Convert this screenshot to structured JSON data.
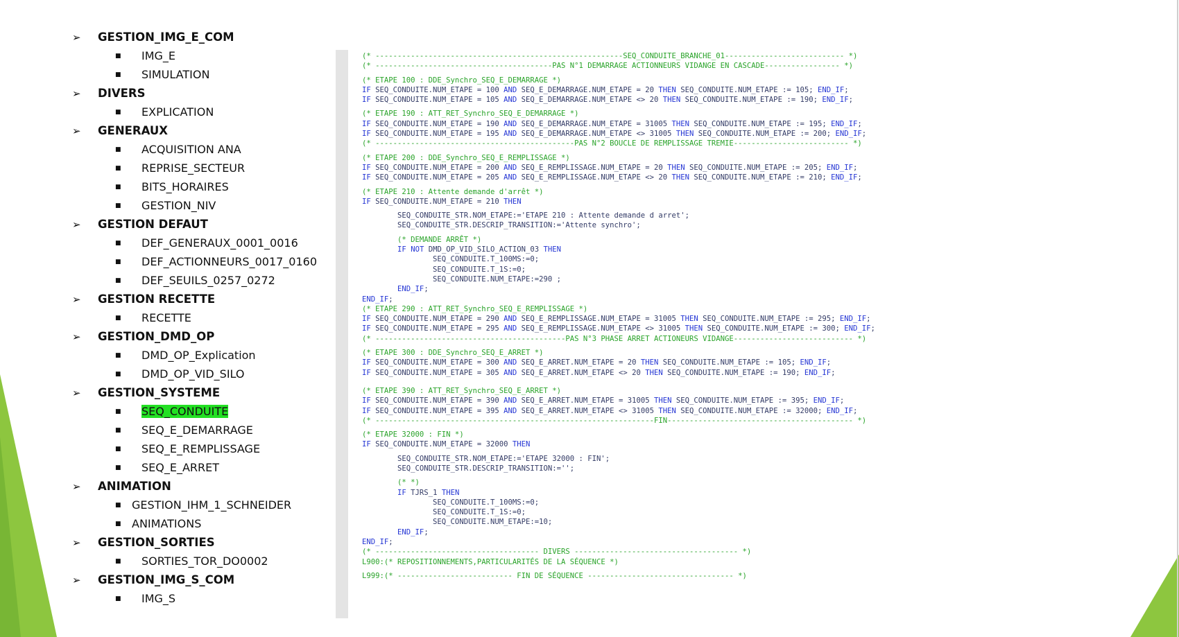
{
  "outline": [
    {
      "title": "GESTION_IMG_E_COM",
      "items": [
        "IMG_E",
        "SIMULATION"
      ]
    },
    {
      "title": "DIVERS",
      "items": [
        "EXPLICATION"
      ]
    },
    {
      "title": "GENERAUX",
      "items": [
        "ACQUISITION ANA",
        "REPRISE_SECTEUR",
        "BITS_HORAIRES",
        "GESTION_NIV"
      ]
    },
    {
      "title": "GESTION DEFAUT",
      "items": [
        "DEF_GENERAUX_0001_0016",
        "DEF_ACTIONNEURS_0017_0160",
        "DEF_SEUILS_0257_0272"
      ]
    },
    {
      "title": "GESTION RECETTE",
      "items": [
        "RECETTE"
      ]
    },
    {
      "title": "GESTION_DMD_OP",
      "items": [
        "DMD_OP_Explication",
        "DMD_OP_VID_SILO"
      ]
    },
    {
      "title": "GESTION_SYSTEME",
      "items": [
        "SEQ_CONDUITE",
        "SEQ_E_DEMARRAGE",
        "SEQ_E_REMPLISSAGE",
        "SEQ_E_ARRET"
      ],
      "active": "SEQ_CONDUITE"
    },
    {
      "title": "ANIMATION",
      "items": [
        "GESTION_IHM_1_SCHNEIDER",
        "ANIMATIONS"
      ],
      "shallow": true
    },
    {
      "title": "GESTION_SORTIES",
      "items": [
        "SORTIES_TOR_DO0002"
      ]
    },
    {
      "title": "GESTION_IMG_S_COM",
      "items": [
        "IMG_S"
      ]
    }
  ],
  "code_lines": [
    {
      "t": "(* --------------------------------------------------------SEQ_CONDUITE_BRANCHE_01--------------------------- *)",
      "k": "comment"
    },
    {
      "t": "(* ----------------------------------------PAS N°1 DEMARRAGE ACTIONNEURS VIDANGE EN CASCADE----------------- *)",
      "k": "comment"
    },
    {
      "t": "",
      "k": "blank"
    },
    {
      "t": "(* ETAPE 100 : DDE_Synchro_SEQ_E_DEMARRAGE *)",
      "k": "comment"
    },
    {
      "t": "IF SEQ_CONDUITE.NUM_ETAPE = 100 AND SEQ_E_DEMARRAGE.NUM_ETAPE = 20 THEN SEQ_CONDUITE.NUM_ETAPE := 105; END_IF;",
      "k": "code"
    },
    {
      "t": "IF SEQ_CONDUITE.NUM_ETAPE = 105 AND SEQ_E_DEMARRAGE.NUM_ETAPE <> 20 THEN SEQ_CONDUITE.NUM_ETAPE := 190; END_IF;",
      "k": "code"
    },
    {
      "t": "",
      "k": "blank"
    },
    {
      "t": "(* ETAPE 190 : ATT_RET_Synchro_SEQ_E_DEMARRAGE *)",
      "k": "comment"
    },
    {
      "t": "IF SEQ_CONDUITE.NUM_ETAPE = 190 AND SEQ_E_DEMARRAGE.NUM_ETAPE = 31005 THEN SEQ_CONDUITE.NUM_ETAPE := 195; END_IF;",
      "k": "code"
    },
    {
      "t": "IF SEQ_CONDUITE.NUM_ETAPE = 195 AND SEQ_E_DEMARRAGE.NUM_ETAPE <> 31005 THEN SEQ_CONDUITE.NUM_ETAPE := 200; END_IF;",
      "k": "code"
    },
    {
      "t": "(* ---------------------------------------------PAS N°2 BOUCLE DE REMPLISSAGE TREMIE-------------------------- *)",
      "k": "comment"
    },
    {
      "t": "",
      "k": "blank"
    },
    {
      "t": "(* ETAPE 200 : DDE_Synchro_SEQ_E_REMPLISSAGE *)",
      "k": "comment"
    },
    {
      "t": "IF SEQ_CONDUITE.NUM_ETAPE = 200 AND SEQ_E_REMPLISSAGE.NUM_ETAPE = 20 THEN SEQ_CONDUITE.NUM_ETAPE := 205; END_IF;",
      "k": "code"
    },
    {
      "t": "IF SEQ_CONDUITE.NUM_ETAPE = 205 AND SEQ_E_REMPLISSAGE.NUM_ETAPE <> 20 THEN SEQ_CONDUITE.NUM_ETAPE := 210; END_IF;",
      "k": "code"
    },
    {
      "t": "",
      "k": "blank"
    },
    {
      "t": "(* ETAPE 210 : Attente demande d'arrêt *)",
      "k": "comment"
    },
    {
      "t": "IF SEQ_CONDUITE.NUM_ETAPE = 210 THEN",
      "k": "code"
    },
    {
      "t": "",
      "k": "blank"
    },
    {
      "t": "        SEQ_CONDUITE_STR.NOM_ETAPE:='ETAPE 210 : Attente demande d arret';",
      "k": "code"
    },
    {
      "t": "        SEQ_CONDUITE_STR.DESCRIP_TRANSITION:='Attente synchro';",
      "k": "code"
    },
    {
      "t": "",
      "k": "blank"
    },
    {
      "t": "        (* DEMANDE ARRÊT *)",
      "k": "comment"
    },
    {
      "t": "        IF NOT DMD_OP_VID_SILO_ACTION_03 THEN",
      "k": "code"
    },
    {
      "t": "                SEQ_CONDUITE.T_100MS:=0;",
      "k": "code"
    },
    {
      "t": "                SEQ_CONDUITE.T_1S:=0;",
      "k": "code"
    },
    {
      "t": "                SEQ_CONDUITE.NUM_ETAPE:=290 ;",
      "k": "code"
    },
    {
      "t": "        END_IF;",
      "k": "code"
    },
    {
      "t": "END_IF;",
      "k": "code"
    },
    {
      "t": "(* ETAPE 290 : ATT_RET_Synchro_SEQ_E_REMPLISSAGE *)",
      "k": "comment"
    },
    {
      "t": "IF SEQ_CONDUITE.NUM_ETAPE = 290 AND SEQ_E_REMPLISSAGE.NUM_ETAPE = 31005 THEN SEQ_CONDUITE.NUM_ETAPE := 295; END_IF;",
      "k": "code"
    },
    {
      "t": "IF SEQ_CONDUITE.NUM_ETAPE = 295 AND SEQ_E_REMPLISSAGE.NUM_ETAPE <> 31005 THEN SEQ_CONDUITE.NUM_ETAPE := 300; END_IF;",
      "k": "code"
    },
    {
      "t": "(* -------------------------------------------PAS N°3 PHASE ARRET ACTIONEURS VIDANGE--------------------------- *)",
      "k": "comment"
    },
    {
      "t": "",
      "k": "blank"
    },
    {
      "t": "(* ETAPE 300 : DDE_Synchro_SEQ_E_ARRET *)",
      "k": "comment"
    },
    {
      "t": "IF SEQ_CONDUITE.NUM_ETAPE = 300 AND SEQ_E_ARRET.NUM_ETAPE = 20 THEN SEQ_CONDUITE.NUM_ETAPE := 105; END_IF;",
      "k": "code"
    },
    {
      "t": "IF SEQ_CONDUITE.NUM_ETAPE = 305 AND SEQ_E_ARRET.NUM_ETAPE <> 20 THEN SEQ_CONDUITE.NUM_ETAPE := 190; END_IF;",
      "k": "code"
    },
    {
      "t": "",
      "k": "blank"
    },
    {
      "t": "",
      "k": "blank"
    },
    {
      "t": "(* ETAPE 390 : ATT_RET_Synchro_SEQ_E_ARRET *)",
      "k": "comment"
    },
    {
      "t": "IF SEQ_CONDUITE.NUM_ETAPE = 390 AND SEQ_E_ARRET.NUM_ETAPE = 31005 THEN SEQ_CONDUITE.NUM_ETAPE := 395; END_IF;",
      "k": "code"
    },
    {
      "t": "IF SEQ_CONDUITE.NUM_ETAPE = 395 AND SEQ_E_ARRET.NUM_ETAPE <> 31005 THEN SEQ_CONDUITE.NUM_ETAPE := 32000; END_IF;",
      "k": "code"
    },
    {
      "t": "(* ---------------------------------------------------------------FIN------------------------------------------ *)",
      "k": "comment"
    },
    {
      "t": "",
      "k": "blank"
    },
    {
      "t": "(* ETAPE 32000 : FIN *)",
      "k": "comment"
    },
    {
      "t": "IF SEQ_CONDUITE.NUM_ETAPE = 32000 THEN",
      "k": "code"
    },
    {
      "t": "",
      "k": "blank"
    },
    {
      "t": "        SEQ_CONDUITE_STR.NOM_ETAPE:='ETAPE 32000 : FIN';",
      "k": "code"
    },
    {
      "t": "        SEQ_CONDUITE_STR.DESCRIP_TRANSITION:='';",
      "k": "code"
    },
    {
      "t": "",
      "k": "blank"
    },
    {
      "t": "        (* *)",
      "k": "comment"
    },
    {
      "t": "        IF TJRS_1 THEN",
      "k": "code"
    },
    {
      "t": "                SEQ_CONDUITE.T_100MS:=0;",
      "k": "code"
    },
    {
      "t": "                SEQ_CONDUITE.T_1S:=0;",
      "k": "code"
    },
    {
      "t": "                SEQ_CONDUITE.NUM_ETAPE:=10;",
      "k": "code"
    },
    {
      "t": "        END_IF;",
      "k": "code"
    },
    {
      "t": "END_IF;",
      "k": "code"
    },
    {
      "t": "(* ------------------------------------- DIVERS ------------------------------------- *)",
      "k": "comment"
    },
    {
      "t": "L900:(* REPOSITIONNEMENTS,PARTICULARITÉS DE LA SÉQUENCE *)",
      "k": "comment"
    },
    {
      "t": "",
      "k": "blank"
    },
    {
      "t": "L999:(* -------------------------- FIN DE SÉQUENCE --------------------------------- *)",
      "k": "comment"
    }
  ],
  "keywords": [
    "IF",
    "THEN",
    "AND",
    "NOT",
    "END_IF"
  ],
  "colors": {
    "comment": "#29a329",
    "code": "#333b66",
    "keyword": "#2435d4",
    "highlight": "#23e023",
    "accent_green": "#8dc63f",
    "accent_green_dark": "#6aab2e"
  }
}
